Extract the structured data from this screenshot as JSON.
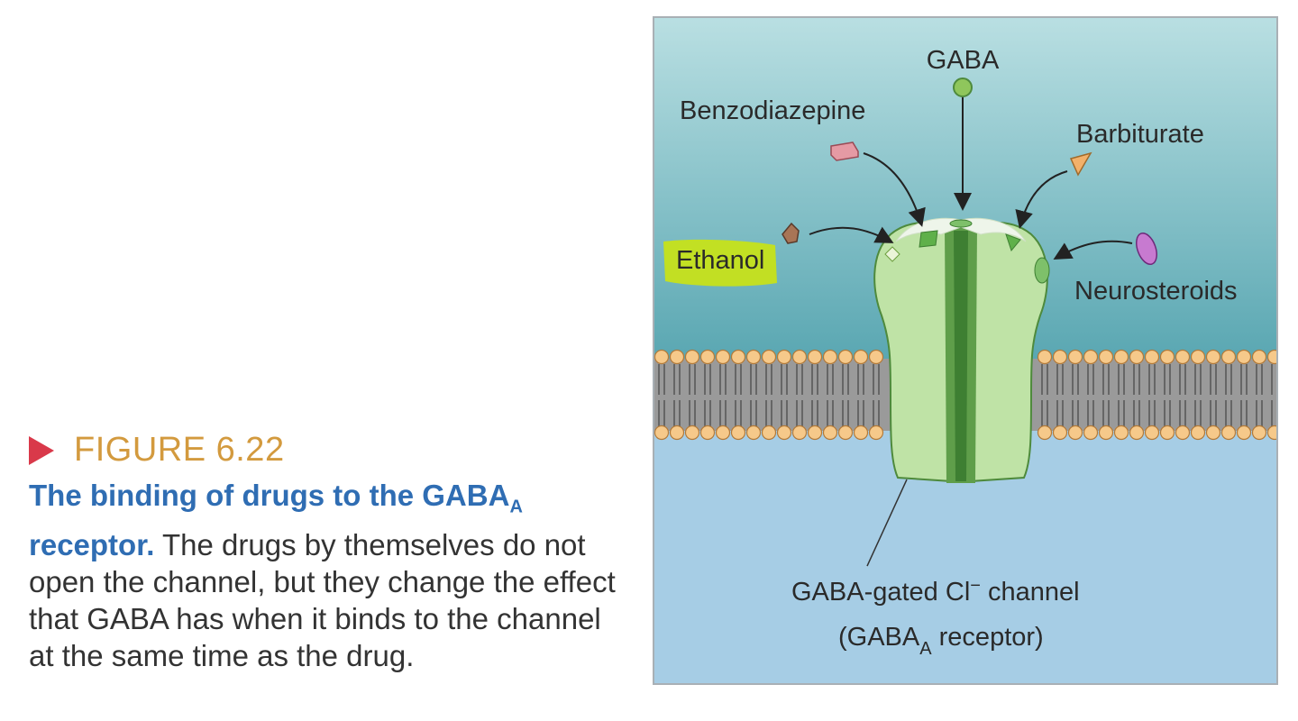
{
  "caption": {
    "figure_number": "FIGURE 6.22",
    "title_main": "The binding of drugs to the GABA",
    "title_sub": "A",
    "title_end": "receptor.",
    "body": "The drugs by themselves do not open the channel, but they change the effect that GABA has when it binds to the channel at the same time as the drug."
  },
  "diagram": {
    "labels": {
      "gaba": "GABA",
      "benzodiazepine": "Benzodiazepine",
      "barbiturate": "Barbiturate",
      "ethanol": "Ethanol",
      "neurosteroids": "Neurosteroids",
      "channel_line1_a": "GABA-gated Cl",
      "channel_line1_sup": "−",
      "channel_line1_b": " channel",
      "channel_line2_a": "(GABA",
      "channel_line2_sub": "A",
      "channel_line2_b": " receptor)"
    },
    "colors": {
      "highlight": "#c6e21a",
      "receptor_fill": "#bfe3a6",
      "receptor_stroke": "#4e8a3c",
      "extracellular_top": "#9fd0d6",
      "extracellular_bottom": "#59a6b1",
      "cytoplasm": "#9cc8e2"
    }
  }
}
